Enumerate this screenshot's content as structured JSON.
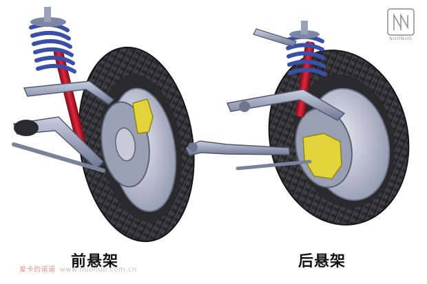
{
  "figure": {
    "front_caption": "前悬架",
    "rear_caption": "后悬架"
  },
  "watermark": {
    "brand": "爱卡的诺诺",
    "url": "www.nuonuo.com.cn"
  },
  "logo": {
    "text": "NUONUO"
  },
  "colors": {
    "tire": "#2f2f32",
    "rim": "#b8bfd0",
    "spring": "#3a4fa8",
    "damper": "#c0142a",
    "caliper": "#e2d43a",
    "arm": "#8a92b0"
  }
}
